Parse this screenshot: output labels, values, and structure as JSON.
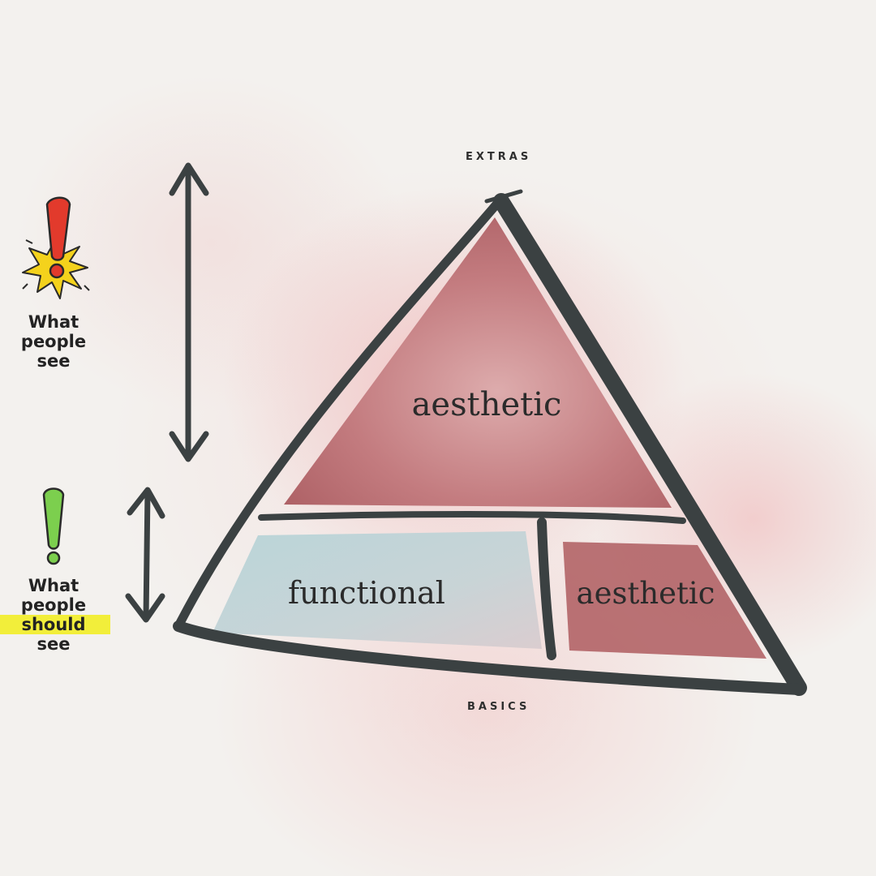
{
  "diagram": {
    "top_caption": "EXTRAS",
    "bottom_caption": "BASICS",
    "top_segment_label": "aesthetic",
    "bottom_left_label": "functional",
    "bottom_right_label": "aesthetic"
  },
  "side_labels": {
    "see": {
      "line1": "What",
      "line2": "people",
      "line3": "see"
    },
    "should_see": {
      "line1": "What",
      "line2": "people",
      "line3": "should",
      "line4": "see"
    }
  },
  "colors": {
    "outline": "#3b4142",
    "top_segment": "#b86b70",
    "bottom_left_segment": "#b8d3d6",
    "bottom_right_segment": "#b4676b",
    "highlight": "#f2ee3a",
    "red_mark": "#e23a2c",
    "green_mark": "#7ccf4e",
    "burst": "#f4d21c"
  },
  "icons": [
    "red-exclamation-icon",
    "burst-icon",
    "green-exclamation-icon",
    "double-arrow-icon"
  ]
}
